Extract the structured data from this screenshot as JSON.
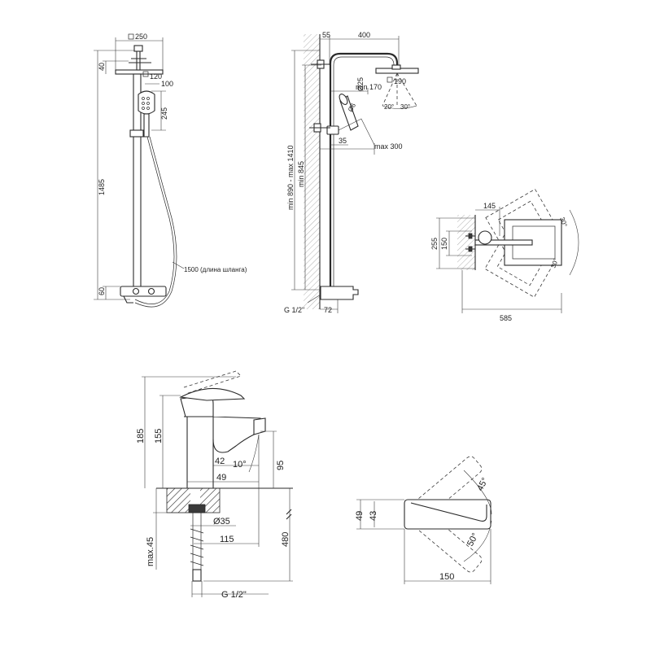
{
  "shower_front": {
    "head_width": "250",
    "head_thickness": "40",
    "mount_plate": "120",
    "handshower_offset": "100",
    "handshower_length": "245",
    "total_height": "1485",
    "hose_note": "1500 (длина шланга)",
    "shelf_height": "60"
  },
  "shower_side": {
    "wall_offset": "55",
    "arm_length": "400",
    "pipe_diameter": "Ø25",
    "head_square": "190",
    "min_reach": "min 170",
    "handle_diameter": "Ø6",
    "tilt_angle_left": "20°",
    "tilt_angle_right": "30°",
    "handle_depth": "35",
    "max_reach": "max 300",
    "height_range": "min 890 - max 1410",
    "min_height": "min 845",
    "thread": "G 1/2\"",
    "base_depth": "72"
  },
  "shower_top": {
    "depth": "145",
    "mount_height": "255",
    "mount_spacing": "150",
    "width": "585",
    "rotate_angle_top": "30°",
    "rotate_angle_bottom": "30°"
  },
  "faucet_side": {
    "total_height": "185",
    "spout_height": "155",
    "outlet_height": "95",
    "spout_reach_inner": "42",
    "spout_reach": "49",
    "angle": "10°",
    "hole_diameter": "Ø35",
    "projection": "115",
    "hose_length": "480",
    "max_thickness": "max.45",
    "thread": "G 1/2\""
  },
  "faucet_top": {
    "outer_height": "49",
    "inner_height": "43",
    "length": "150",
    "rotate_angle_top": "45°",
    "rotate_angle_bottom": "50°"
  }
}
